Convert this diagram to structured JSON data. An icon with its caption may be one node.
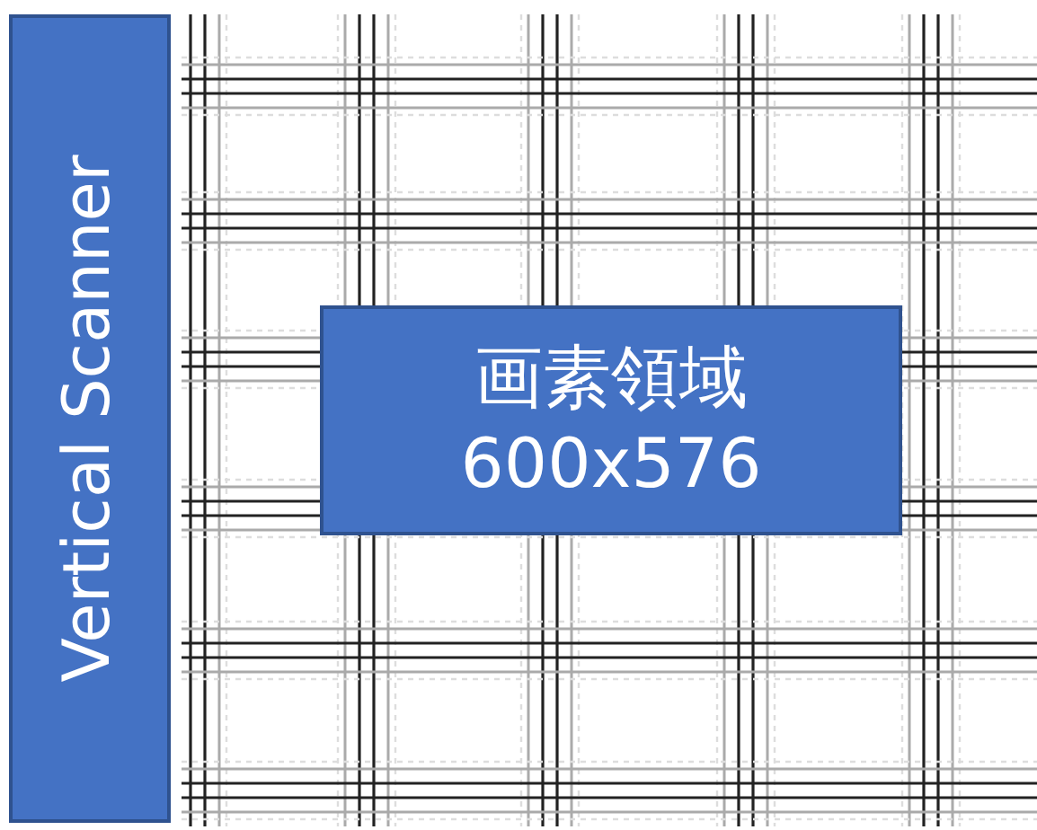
{
  "diagram": {
    "nodes": [
      {
        "text": [
          "Vertical Scanner"
        ]
      },
      {
        "text": [
          "画素領域",
          "600x576"
        ]
      }
    ]
  }
}
